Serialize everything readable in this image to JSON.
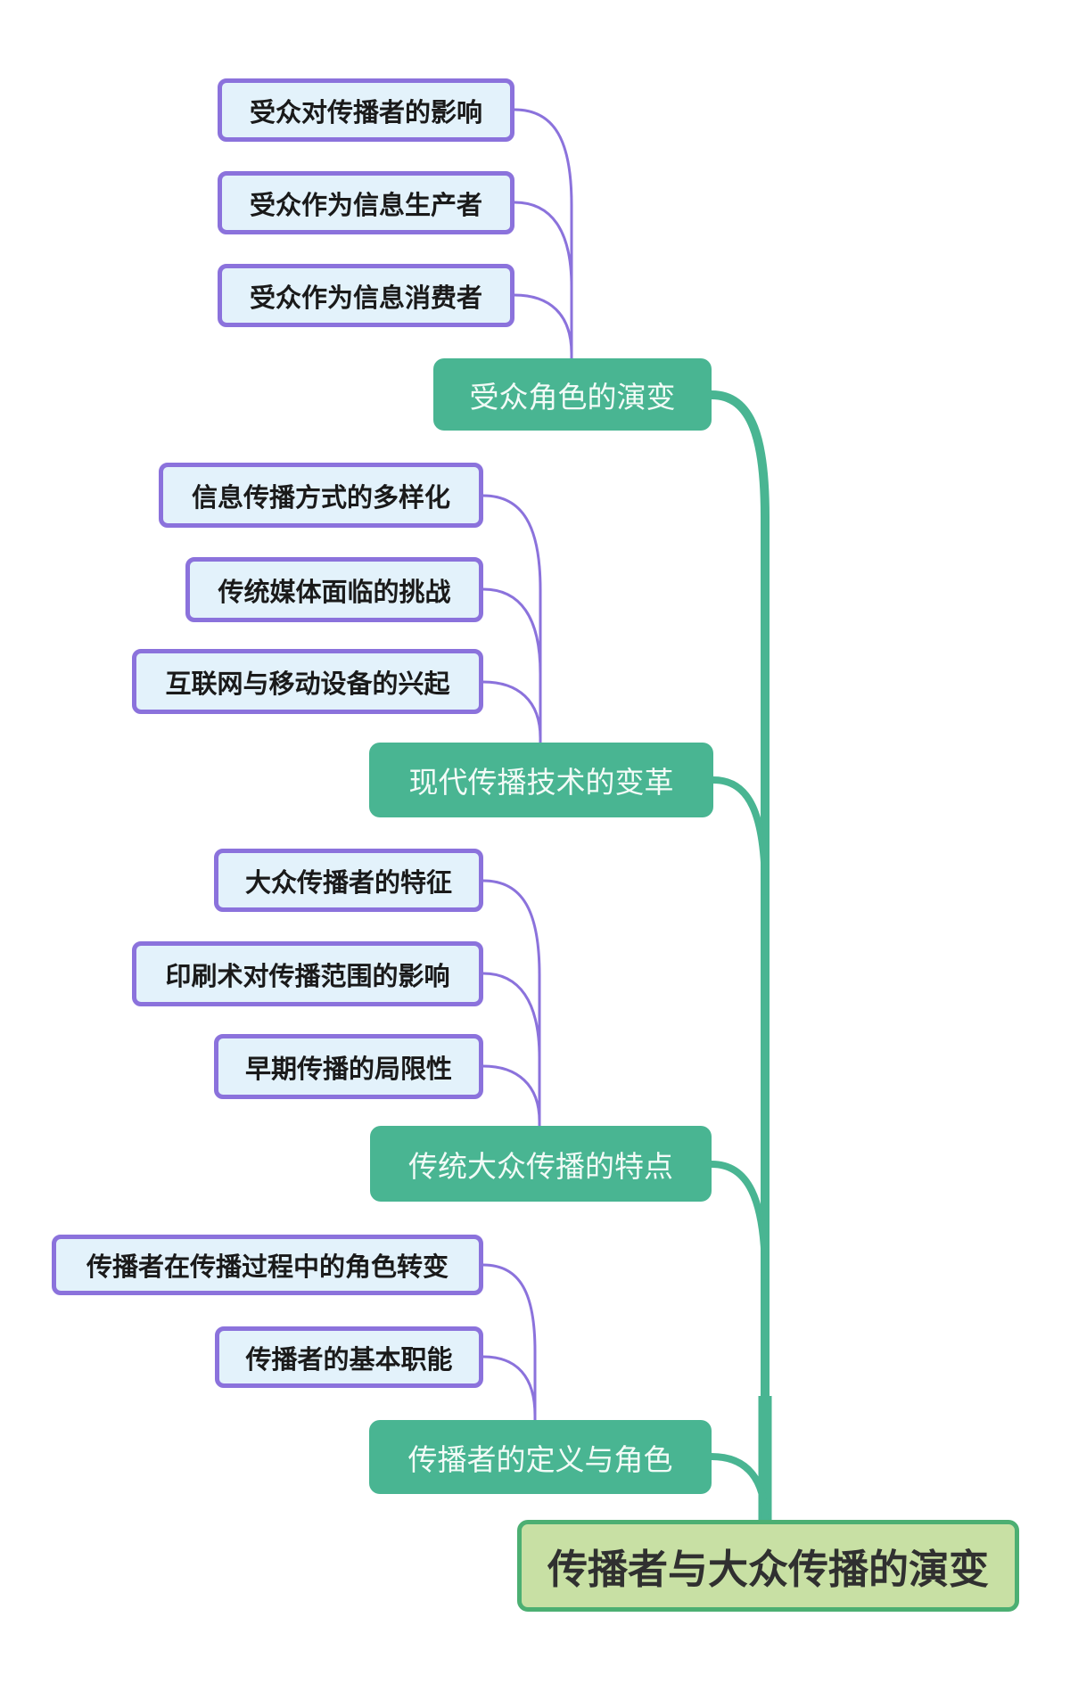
{
  "root": {
    "label": "传播者与大众传播的演变"
  },
  "branches": [
    {
      "label": "受众角色的演变",
      "children": [
        {
          "label": "受众对传播者的影响"
        },
        {
          "label": "受众作为信息生产者"
        },
        {
          "label": "受众作为信息消费者"
        }
      ]
    },
    {
      "label": "现代传播技术的变革",
      "children": [
        {
          "label": "信息传播方式的多样化"
        },
        {
          "label": "传统媒体面临的挑战"
        },
        {
          "label": "互联网与移动设备的兴起"
        }
      ]
    },
    {
      "label": "传统大众传播的特点",
      "children": [
        {
          "label": "大众传播者的特征"
        },
        {
          "label": "印刷术对传播范围的影响"
        },
        {
          "label": "早期传播的局限性"
        }
      ]
    },
    {
      "label": "传播者的定义与角色",
      "children": [
        {
          "label": "传播者在传播过程中的角色转变"
        },
        {
          "label": "传播者的基本职能"
        }
      ]
    }
  ],
  "colors": {
    "branch_fill": "#49B592",
    "branch_text": "#F2FBF7",
    "leaf_fill": "#E3F2FB",
    "leaf_border": "#8B72DC",
    "leaf_text": "#1A1A1A",
    "root_fill": "#C8E0A4",
    "root_border": "#4CAF72",
    "root_text": "#303030",
    "connector_purple": "#8B72DC",
    "connector_green": "#49B592"
  }
}
